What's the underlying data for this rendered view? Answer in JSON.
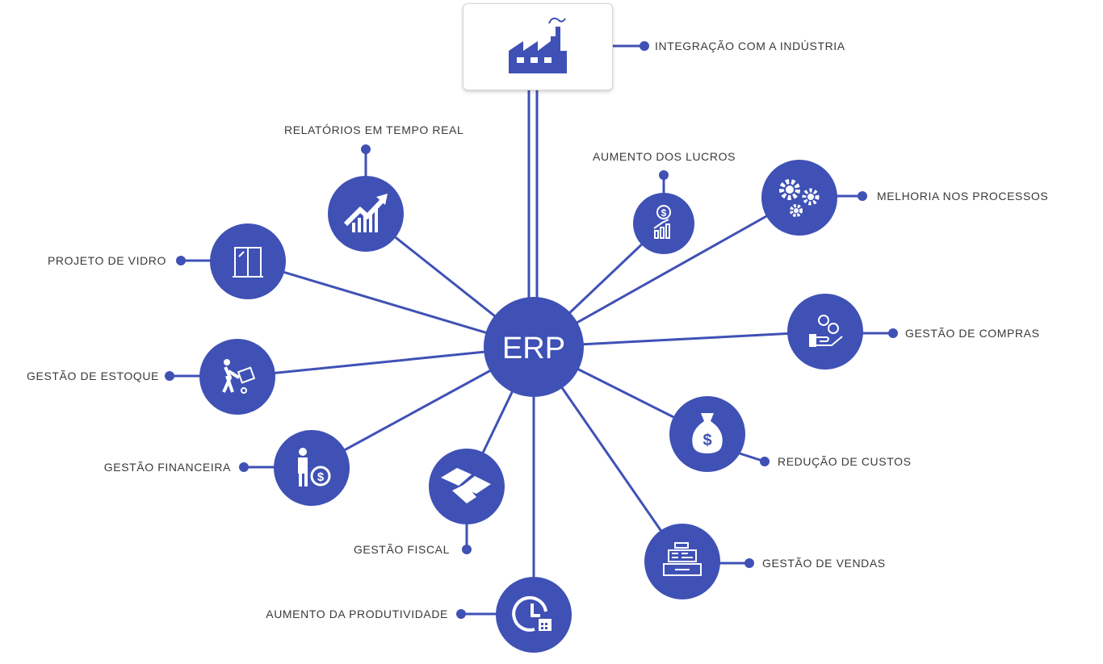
{
  "colors": {
    "primary": "#3f51b5",
    "text": "#3a3a3a",
    "white": "#ffffff"
  },
  "center": {
    "label": "ERP"
  },
  "nodes": [
    {
      "id": "integracao",
      "label": "INTEGRAÇÃO COM A INDÚSTRIA",
      "icon": "factory-icon"
    },
    {
      "id": "relatorios",
      "label": "RELATÓRIOS EM TEMPO REAL",
      "icon": "growth-chart-icon"
    },
    {
      "id": "lucros",
      "label": "AUMENTO DOS LUCROS",
      "icon": "profit-chart-icon"
    },
    {
      "id": "processos",
      "label": "MELHORIA NOS PROCESSOS",
      "icon": "gears-icon"
    },
    {
      "id": "vidro",
      "label": "PROJETO DE VIDRO",
      "icon": "window-door-icon"
    },
    {
      "id": "compras",
      "label": "GESTÃO DE COMPRAS",
      "icon": "hand-coins-icon"
    },
    {
      "id": "estoque",
      "label": "GESTÃO DE ESTOQUE",
      "icon": "hand-truck-icon"
    },
    {
      "id": "custos",
      "label": "REDUÇÃO DE CUSTOS",
      "icon": "money-bag-icon"
    },
    {
      "id": "financeira",
      "label": "GESTÃO FINANCEIRA",
      "icon": "businessman-dollar-icon"
    },
    {
      "id": "fiscal",
      "label": "GESTÃO FISCAL",
      "icon": "receita-federal-icon"
    },
    {
      "id": "vendas",
      "label": "GESTÃO DE VENDAS",
      "icon": "cash-register-icon"
    },
    {
      "id": "produtividade",
      "label": "AUMENTO DA PRODUTIVIDADE",
      "icon": "clock-calendar-icon"
    }
  ]
}
